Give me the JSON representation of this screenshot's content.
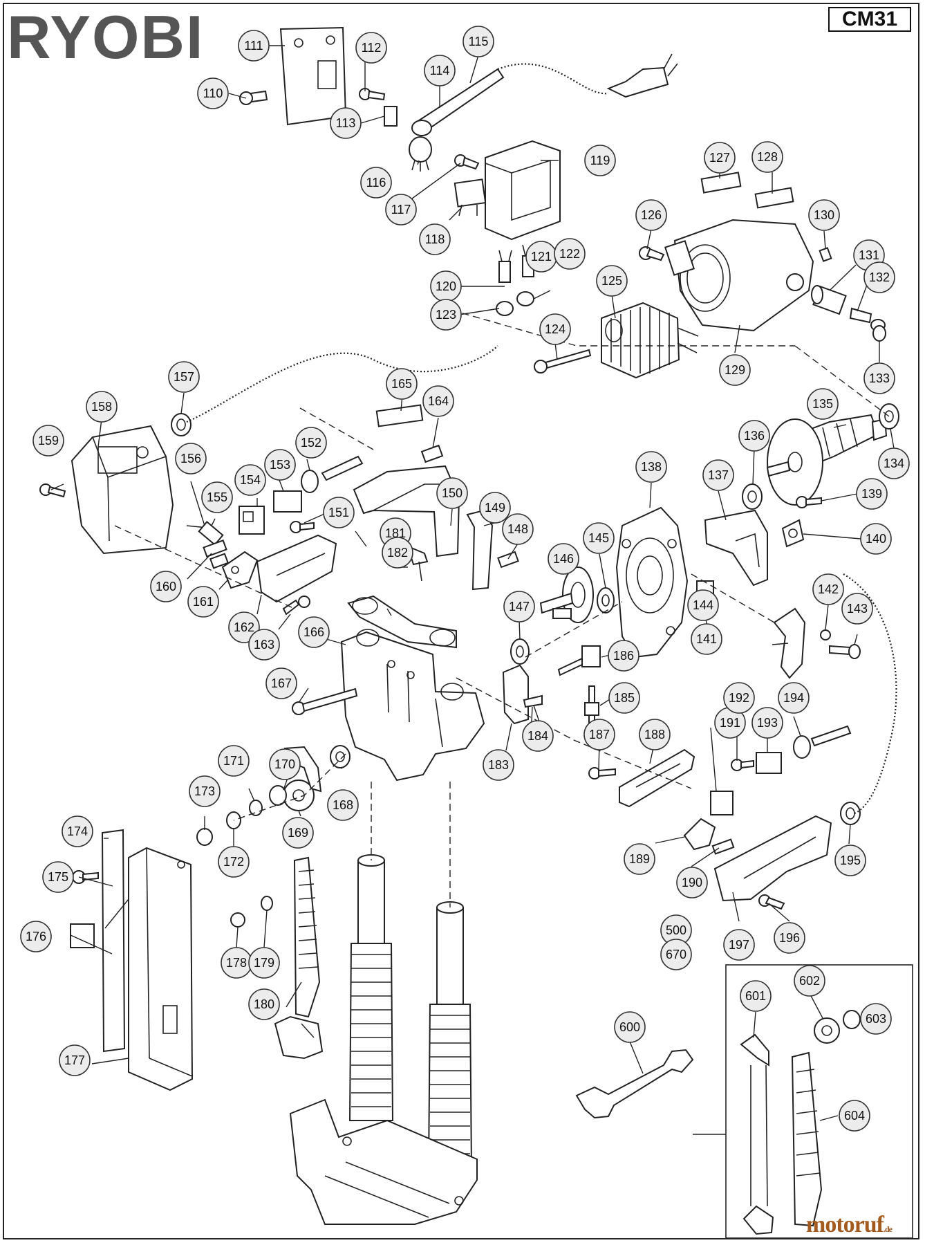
{
  "brand": "RYOBI",
  "model": "CM31",
  "watermark": {
    "name": "motoruf",
    "suffix": ".de"
  },
  "callouts": [
    "110",
    "111",
    "112",
    "113",
    "114",
    "115",
    "116",
    "117",
    "118",
    "119",
    "120",
    "121",
    "122",
    "123",
    "124",
    "125",
    "126",
    "127",
    "128",
    "129",
    "130",
    "131",
    "132",
    "133",
    "134",
    "135",
    "136",
    "137",
    "138",
    "139",
    "140",
    "141",
    "142",
    "143",
    "144",
    "145",
    "146",
    "147",
    "148",
    "149",
    "150",
    "151",
    "152",
    "153",
    "154",
    "155",
    "156",
    "157",
    "158",
    "159",
    "160",
    "161",
    "162",
    "163",
    "164",
    "165",
    "166",
    "167",
    "168",
    "169",
    "170",
    "171",
    "172",
    "173",
    "174",
    "175",
    "176",
    "177",
    "178",
    "179",
    "180",
    "181",
    "182",
    "183",
    "184",
    "185",
    "186",
    "187",
    "188",
    "189",
    "190",
    "191",
    "192",
    "193",
    "194",
    "195",
    "196",
    "197",
    "500",
    "600",
    "601",
    "602",
    "603",
    "604",
    "670"
  ],
  "colors": {
    "callout_fill": "#ececec",
    "line": "#222222",
    "brand": "#555555",
    "watermark": "#a35a1e"
  }
}
